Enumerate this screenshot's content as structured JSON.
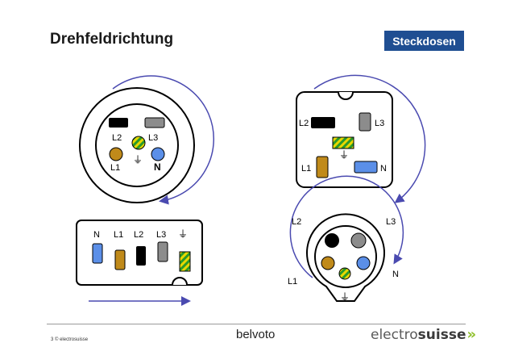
{
  "header": {
    "title": "Drehfeldrichtung",
    "badge": "Steckdosen"
  },
  "labels": {
    "L1": "L1",
    "L2": "L2",
    "L3": "L3",
    "N": "N",
    "earth": "⏚"
  },
  "footer": {
    "page": "3  © electrosuisse",
    "brand": "belvoto",
    "logo_part1": "electro",
    "logo_part2": "suisse",
    "logo_chevrons": "»"
  },
  "colors": {
    "accent": "#1f4e92",
    "arrow": "#4a4ab0",
    "brown": "#c08a1a",
    "black": "#000000",
    "grey": "#8c8c8c",
    "blue": "#5b8fe8",
    "yellow": "#e8d800",
    "green": "#2a9a2a"
  }
}
